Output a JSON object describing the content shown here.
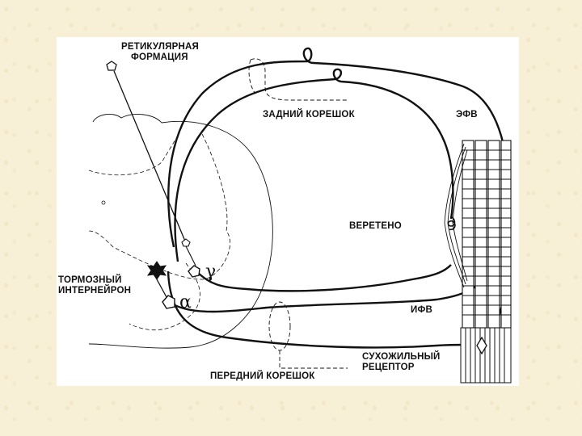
{
  "labels": {
    "reticular_line1": "РЕТИКУЛЯРНАЯ",
    "reticular_line2": "ФОРМАЦИЯ",
    "dorsal_root": "ЗАДНИЙ КОРЕШОК",
    "efv": "ЭФВ",
    "spindle": "ВЕРЕТЕНО",
    "inhib_line1": "ТОРМОЗНЫЙ",
    "inhib_line2": "ИНТЕРНЕЙРОН",
    "ifv": "ИФВ",
    "tendon_line1": "СУХОЖИЛЬНЫЙ",
    "tendon_line2": "РЕЦЕПТОР",
    "ventral_root": "ПЕРЕДНИЙ КОРЕШОК",
    "gamma": "γ",
    "alpha": "α"
  },
  "colors": {
    "ink": "#111111",
    "paper": "#ffffff",
    "background": "#f7efd6"
  }
}
